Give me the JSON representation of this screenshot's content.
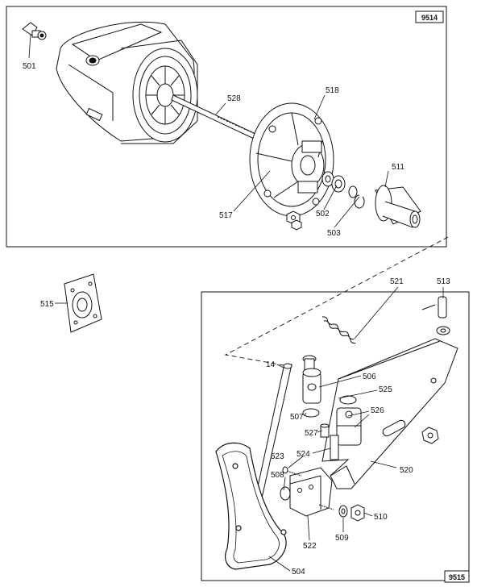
{
  "panels": {
    "top": {
      "code": "9514"
    },
    "bottom": {
      "code": "9515"
    }
  },
  "parts": {
    "p501": "501",
    "p528": "528",
    "p518": "518",
    "p511": "511",
    "p502": "502",
    "p503": "503",
    "p517": "517",
    "p515": "515",
    "p521": "521",
    "p513": "513",
    "p14": "14",
    "p506": "506",
    "p525": "525",
    "p507": "507",
    "p526": "526",
    "p527": "527",
    "p524": "524",
    "p523": "523",
    "p508": "508",
    "p520": "520",
    "p510": "510",
    "p509": "509",
    "p522": "522",
    "p504": "504"
  }
}
